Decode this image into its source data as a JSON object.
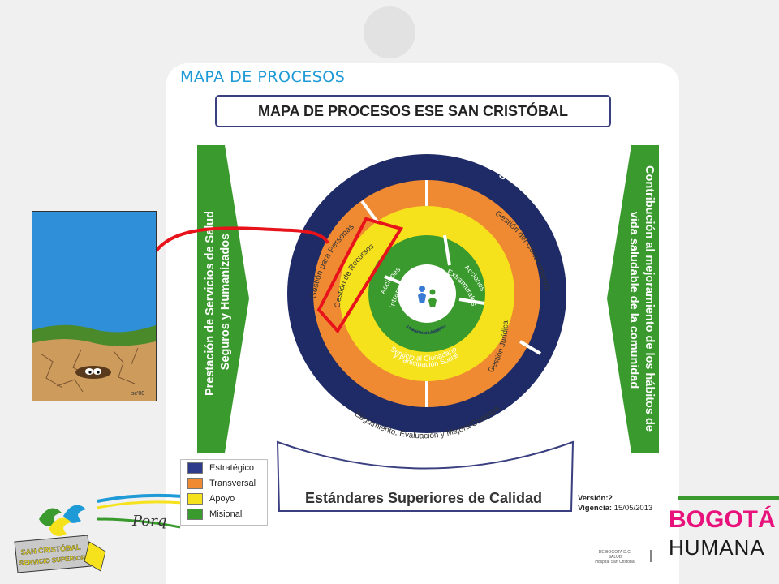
{
  "page": {
    "section_title": "MAPA DE PROCESOS",
    "map_title": "MAPA DE PROCESOS ESE SAN CRISTÓBAL"
  },
  "left_arrow": {
    "line1": "Prestación de Servicios de Salud",
    "line2": "Seguros y Humanizados"
  },
  "right_arrow": {
    "line1": "Contribución al mejoramiento de los hábitos de",
    "line2": "vida saludable de la comunidad"
  },
  "rings": {
    "outer": "Direccionamiento Estratégico",
    "orange_left": "Gestión para Personas",
    "orange_right": "Gestión del Conocimiento",
    "orange_bottom": "Seguimiento, Evaluación y Mejora Continua",
    "yellow_left": "Gestión de Recursos",
    "yellow_right": "Gestión Jurídica",
    "green_left_1": "Acciones",
    "green_left_2": "Intramurales",
    "green_right_1": "Acciones",
    "green_right_2": "Extramurales",
    "green_bottom_1": "Servicio al Ciudadano",
    "green_bottom_2": "y Participación Social",
    "center_1": "Usuarios, sus familias",
    "center_2": "y comunidad satisfechos"
  },
  "base_label": "Estándares Superiores de Calidad",
  "legend": [
    {
      "label": "Estratégico",
      "color": "#2e3a8c"
    },
    {
      "label": "Transversal",
      "color": "#f08a32"
    },
    {
      "label": "Apoyo",
      "color": "#f6e21c"
    },
    {
      "label": "Misional",
      "color": "#3a9a2e"
    }
  ],
  "version": {
    "label_version": "Versión:",
    "version": "2",
    "label_vigencia": "Vigencia:",
    "vigencia": "15/05/2013"
  },
  "footer": {
    "slogan": "Porq",
    "logo_line1": "SAN CRISTÓBAL",
    "logo_line2": "SERVICIO SUPERIOR",
    "bogota_line1": "BOGOTÁ",
    "bogota_line2": "HUMANA",
    "alcaldia_1": "DE BOGOTA D.C.",
    "alcaldia_2": "SALUD",
    "alcaldia_3": "Hospital San Cristóbal"
  },
  "cartoon": {
    "signature": "sc'00"
  },
  "colors": {
    "navy": "#1f2b66",
    "orange": "#f08a32",
    "yellow": "#f6e21c",
    "green": "#3a9a2e",
    "highlight": "#e8121b",
    "title_blue": "#1e9ad6"
  }
}
